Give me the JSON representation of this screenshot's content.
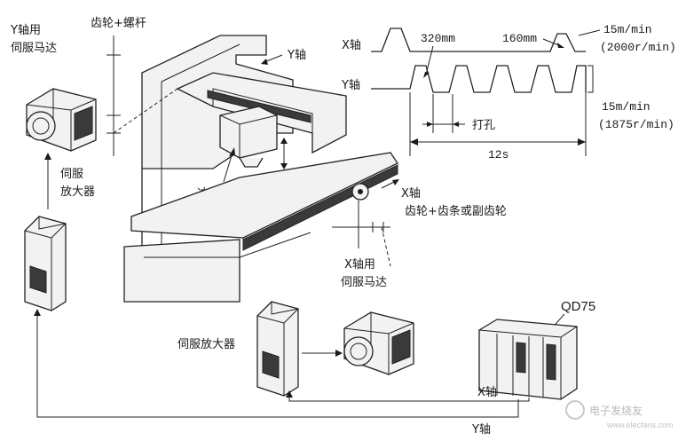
{
  "labels": {
    "y_axis_servo_motor_line1": "Y轴用",
    "y_axis_servo_motor_line2": "伺服马达",
    "gear_screw": "齿轮+螺杆",
    "y_axis_top": "Y轴",
    "servo_amp_left_line1": "伺服",
    "servo_amp_left_line2": "放大器",
    "punch": "冲头",
    "x_axis_side": "X轴",
    "gear_rack": "齿轮+齿条或副齿轮",
    "x_axis_servo_motor_line1": "X轴用",
    "x_axis_servo_motor_line2": "伺服马达",
    "servo_amp_bottom": "伺服放大器",
    "qd75": "QD75",
    "x_axis_signal": "X轴",
    "y_axis_signal": "Y轴"
  },
  "timing": {
    "x_row_label": "X轴",
    "y_row_label": "Y轴",
    "dist_320": "320mm",
    "dist_160": "160mm",
    "x_speed": "15m/min",
    "x_rpm": "(2000r/min)",
    "y_speed": "15m/min",
    "y_rpm": "(1875r/min)",
    "drilling": "打孔",
    "duration": "12s"
  },
  "watermark": {
    "text": "电子发烧友",
    "url": "www.elecfans.com"
  }
}
